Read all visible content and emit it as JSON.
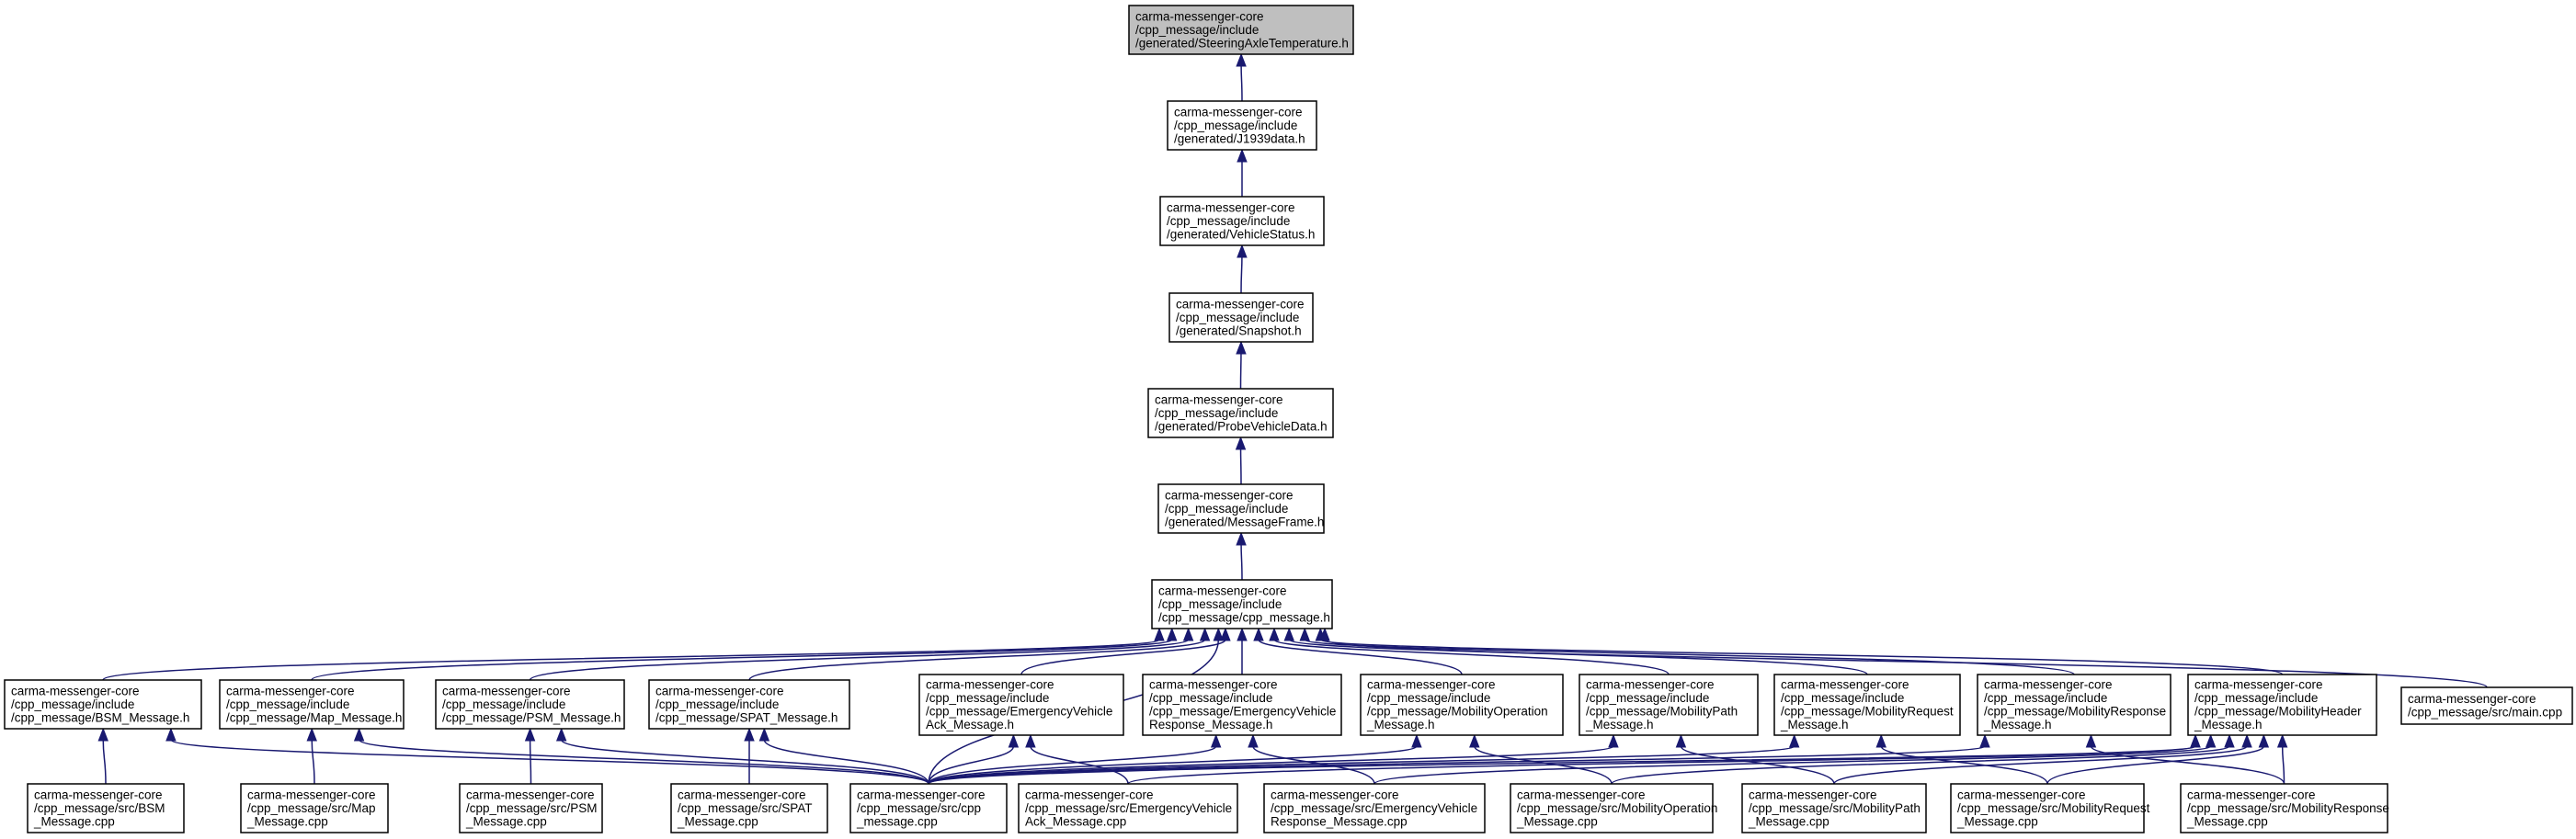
{
  "diagram": {
    "type": "include-dependency-graph",
    "colors": {
      "edge": "#191970",
      "root_fill": "#bfbfbf",
      "node_fill": "#ffffff",
      "border": "#000000"
    },
    "nodes": [
      {
        "id": "steering",
        "lines": [
          "carma-messenger-core",
          "/cpp_message/include",
          "/generated/SteeringAxleTemperature.h"
        ],
        "root": true
      },
      {
        "id": "j1939",
        "lines": [
          "carma-messenger-core",
          "/cpp_message/include",
          "/generated/J1939data.h"
        ]
      },
      {
        "id": "vehiclestatus",
        "lines": [
          "carma-messenger-core",
          "/cpp_message/include",
          "/generated/VehicleStatus.h"
        ]
      },
      {
        "id": "snapshot",
        "lines": [
          "carma-messenger-core",
          "/cpp_message/include",
          "/generated/Snapshot.h"
        ]
      },
      {
        "id": "probe",
        "lines": [
          "carma-messenger-core",
          "/cpp_message/include",
          "/generated/ProbeVehicleData.h"
        ]
      },
      {
        "id": "msgframe",
        "lines": [
          "carma-messenger-core",
          "/cpp_message/include",
          "/generated/MessageFrame.h"
        ]
      },
      {
        "id": "cppmsg_h",
        "lines": [
          "carma-messenger-core",
          "/cpp_message/include",
          "/cpp_message/cpp_message.h"
        ]
      },
      {
        "id": "bsm_h",
        "lines": [
          "carma-messenger-core",
          "/cpp_message/include",
          "/cpp_message/BSM_Message.h"
        ]
      },
      {
        "id": "map_h",
        "lines": [
          "carma-messenger-core",
          "/cpp_message/include",
          "/cpp_message/Map_Message.h"
        ]
      },
      {
        "id": "psm_h",
        "lines": [
          "carma-messenger-core",
          "/cpp_message/include",
          "/cpp_message/PSM_Message.h"
        ]
      },
      {
        "id": "spat_h",
        "lines": [
          "carma-messenger-core",
          "/cpp_message/include",
          "/cpp_message/SPAT_Message.h"
        ]
      },
      {
        "id": "evack_h",
        "lines": [
          "carma-messenger-core",
          "/cpp_message/include",
          "/cpp_message/EmergencyVehicle",
          "Ack_Message.h"
        ]
      },
      {
        "id": "evresp_h",
        "lines": [
          "carma-messenger-core",
          "/cpp_message/include",
          "/cpp_message/EmergencyVehicle",
          "Response_Message.h"
        ]
      },
      {
        "id": "mobop_h",
        "lines": [
          "carma-messenger-core",
          "/cpp_message/include",
          "/cpp_message/MobilityOperation",
          "_Message.h"
        ]
      },
      {
        "id": "mobpath_h",
        "lines": [
          "carma-messenger-core",
          "/cpp_message/include",
          "/cpp_message/MobilityPath",
          "_Message.h"
        ]
      },
      {
        "id": "mobreq_h",
        "lines": [
          "carma-messenger-core",
          "/cpp_message/include",
          "/cpp_message/MobilityRequest",
          "_Message.h"
        ]
      },
      {
        "id": "mobresp_h",
        "lines": [
          "carma-messenger-core",
          "/cpp_message/include",
          "/cpp_message/MobilityResponse",
          "_Message.h"
        ]
      },
      {
        "id": "mobhdr_h",
        "lines": [
          "carma-messenger-core",
          "/cpp_message/include",
          "/cpp_message/MobilityHeader",
          "_Message.h"
        ]
      },
      {
        "id": "main_cpp",
        "lines": [
          "carma-messenger-core",
          "/cpp_message/src/main.cpp"
        ]
      },
      {
        "id": "bsm_cpp",
        "lines": [
          "carma-messenger-core",
          "/cpp_message/src/BSM",
          "_Message.cpp"
        ]
      },
      {
        "id": "map_cpp",
        "lines": [
          "carma-messenger-core",
          "/cpp_message/src/Map",
          "_Message.cpp"
        ]
      },
      {
        "id": "psm_cpp",
        "lines": [
          "carma-messenger-core",
          "/cpp_message/src/PSM",
          "_Message.cpp"
        ]
      },
      {
        "id": "spat_cpp",
        "lines": [
          "carma-messenger-core",
          "/cpp_message/src/SPAT",
          "_Message.cpp"
        ]
      },
      {
        "id": "cppmsg_cpp",
        "lines": [
          "carma-messenger-core",
          "/cpp_message/src/cpp",
          "_message.cpp"
        ]
      },
      {
        "id": "evack_cpp",
        "lines": [
          "carma-messenger-core",
          "/cpp_message/src/EmergencyVehicle",
          "Ack_Message.cpp"
        ]
      },
      {
        "id": "evresp_cpp",
        "lines": [
          "carma-messenger-core",
          "/cpp_message/src/EmergencyVehicle",
          "Response_Message.cpp"
        ]
      },
      {
        "id": "mobop_cpp",
        "lines": [
          "carma-messenger-core",
          "/cpp_message/src/MobilityOperation",
          "_Message.cpp"
        ]
      },
      {
        "id": "mobpath_cpp",
        "lines": [
          "carma-messenger-core",
          "/cpp_message/src/MobilityPath",
          "_Message.cpp"
        ]
      },
      {
        "id": "mobreq_cpp",
        "lines": [
          "carma-messenger-core",
          "/cpp_message/src/MobilityRequest",
          "_Message.cpp"
        ]
      },
      {
        "id": "mobresp_cpp",
        "lines": [
          "carma-messenger-core",
          "/cpp_message/src/MobilityResponse",
          "_Message.cpp"
        ]
      }
    ],
    "edges": [
      [
        "j1939",
        "steering"
      ],
      [
        "vehiclestatus",
        "j1939"
      ],
      [
        "snapshot",
        "vehiclestatus"
      ],
      [
        "probe",
        "snapshot"
      ],
      [
        "msgframe",
        "probe"
      ],
      [
        "cppmsg_h",
        "msgframe"
      ],
      [
        "bsm_h",
        "cppmsg_h"
      ],
      [
        "map_h",
        "cppmsg_h"
      ],
      [
        "psm_h",
        "cppmsg_h"
      ],
      [
        "spat_h",
        "cppmsg_h"
      ],
      [
        "evack_h",
        "cppmsg_h"
      ],
      [
        "evresp_h",
        "cppmsg_h"
      ],
      [
        "mobop_h",
        "cppmsg_h"
      ],
      [
        "mobpath_h",
        "cppmsg_h"
      ],
      [
        "mobreq_h",
        "cppmsg_h"
      ],
      [
        "mobresp_h",
        "cppmsg_h"
      ],
      [
        "mobhdr_h",
        "cppmsg_h"
      ],
      [
        "main_cpp",
        "cppmsg_h"
      ],
      [
        "cppmsg_cpp",
        "cppmsg_h"
      ],
      [
        "bsm_cpp",
        "bsm_h"
      ],
      [
        "cppmsg_cpp",
        "bsm_h"
      ],
      [
        "map_cpp",
        "map_h"
      ],
      [
        "cppmsg_cpp",
        "map_h"
      ],
      [
        "psm_cpp",
        "psm_h"
      ],
      [
        "cppmsg_cpp",
        "psm_h"
      ],
      [
        "spat_cpp",
        "spat_h"
      ],
      [
        "cppmsg_cpp",
        "spat_h"
      ],
      [
        "evack_cpp",
        "evack_h"
      ],
      [
        "cppmsg_cpp",
        "evack_h"
      ],
      [
        "evresp_cpp",
        "evresp_h"
      ],
      [
        "cppmsg_cpp",
        "evresp_h"
      ],
      [
        "mobop_cpp",
        "mobop_h"
      ],
      [
        "cppmsg_cpp",
        "mobop_h"
      ],
      [
        "mobpath_cpp",
        "mobpath_h"
      ],
      [
        "cppmsg_cpp",
        "mobpath_h"
      ],
      [
        "mobreq_cpp",
        "mobreq_h"
      ],
      [
        "cppmsg_cpp",
        "mobreq_h"
      ],
      [
        "mobresp_cpp",
        "mobresp_h"
      ],
      [
        "cppmsg_cpp",
        "mobresp_h"
      ],
      [
        "cppmsg_cpp",
        "mobhdr_h"
      ],
      [
        "evack_cpp",
        "mobhdr_h"
      ],
      [
        "evresp_cpp",
        "mobhdr_h"
      ],
      [
        "mobop_cpp",
        "mobhdr_h"
      ],
      [
        "mobpath_cpp",
        "mobhdr_h"
      ],
      [
        "mobreq_cpp",
        "mobhdr_h"
      ],
      [
        "mobresp_cpp",
        "mobhdr_h"
      ]
    ]
  }
}
